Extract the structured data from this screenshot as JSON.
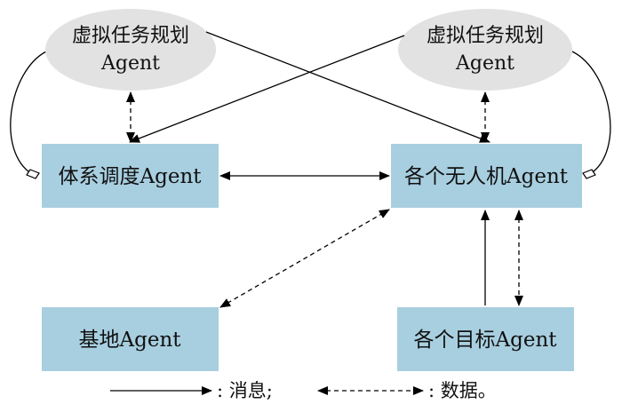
{
  "diagram": {
    "nodes": {
      "planner_left": {
        "line1": "虚拟任务规划",
        "line2": "Agent"
      },
      "planner_right": {
        "line1": "虚拟任务规划",
        "line2": "Agent"
      },
      "scheduler": {
        "label": "体系调度Agent"
      },
      "uavs": {
        "label": "各个无人机Agent"
      },
      "base": {
        "label": "基地Agent"
      },
      "targets": {
        "label": "各个目标Agent"
      }
    },
    "legend": {
      "message_label": ": 消息;",
      "data_label": ": 数据。"
    },
    "colors": {
      "box_fill": "#a8cfe0",
      "ellipse_fill": "#e2e2e2",
      "line": "#000000"
    }
  }
}
